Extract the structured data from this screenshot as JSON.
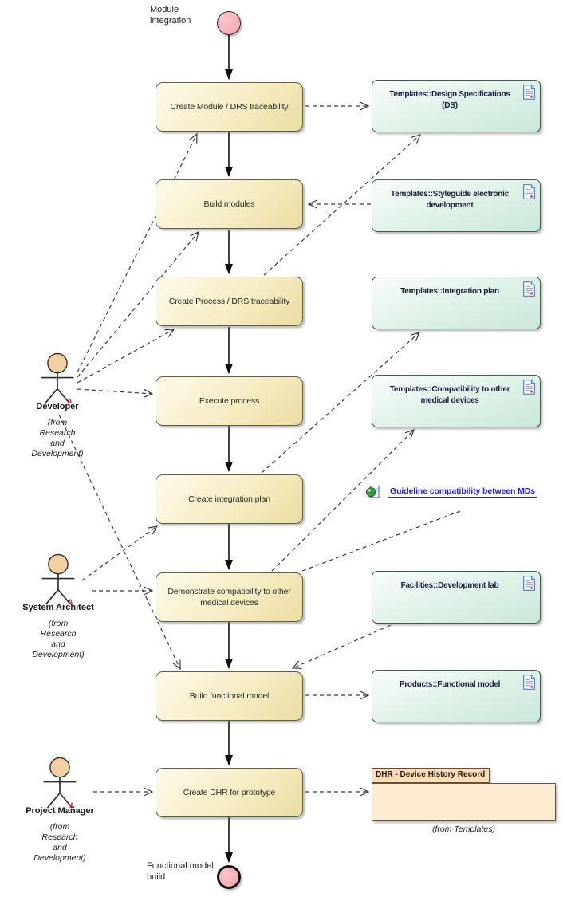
{
  "colors": {
    "activity_fill": "#F3E9BC",
    "activity_border": "#5f5f4a",
    "template_fill": "#D8EFE4",
    "template_border": "#4a5a52",
    "node_fill": "#F5AFB4",
    "actor_head": "#F2D0A2",
    "package_tab": "#FBDCB4",
    "package_body": "#FDEBD2",
    "link_color": "#2323CC",
    "edge_color": "#3A3A3A"
  },
  "start": {
    "label": "Module integration"
  },
  "end": {
    "label": "Functional model build"
  },
  "activities": [
    {
      "label": "Create Module / DRS traceability"
    },
    {
      "label": "Build modules"
    },
    {
      "label": "Create Process / DRS traceability"
    },
    {
      "label": "Execute process"
    },
    {
      "label": "Create integration plan"
    },
    {
      "label": "Demonstrate compatibility to other medical devices"
    },
    {
      "label": "Build functional model"
    },
    {
      "label": "Create DHR for prototype"
    }
  ],
  "templates": [
    {
      "label": "Templates::Design Specifications (DS)",
      "icon": "document-icon"
    },
    {
      "label": "Templates::Styleguide electronic development",
      "icon": "document-icon"
    },
    {
      "label": "Templates::Integration plan",
      "icon": "document-icon"
    },
    {
      "label": "Templates::Compatibility to other medical devices",
      "icon": "document-icon"
    },
    {
      "label": "Facilities::Development lab",
      "icon": "document-icon"
    },
    {
      "label": "Products::Functional model",
      "icon": "document-icon"
    }
  ],
  "hyperlink": {
    "label": "Guideline compatibility between MDs",
    "icon": "globe-document-icon"
  },
  "package": {
    "title": "DHR - Device History Record",
    "origin": "(from Templates)"
  },
  "actors": [
    {
      "name": "Developer",
      "badge": "A",
      "origin_lines": [
        "(from",
        "Research",
        "and",
        "Development)"
      ]
    },
    {
      "name": "System Architect",
      "badge": "A",
      "origin_lines": [
        "(from",
        "Research",
        "and",
        "Development)"
      ]
    },
    {
      "name": "Project Manager",
      "badge": "A",
      "origin_lines": [
        "(from",
        "Research",
        "and",
        "Development)"
      ]
    }
  ],
  "edges": [
    {
      "id": "flow-0",
      "name": "flow-start-to-create-module",
      "from": "Start",
      "to": "Create Module / DRS traceability",
      "style": "control-flow"
    },
    {
      "id": "flow-1",
      "name": "flow-create-module-to-build-modules",
      "from": "Create Module / DRS traceability",
      "to": "Build modules",
      "style": "control-flow"
    },
    {
      "id": "flow-2",
      "name": "flow-build-modules-to-create-process",
      "from": "Build modules",
      "to": "Create Process / DRS traceability",
      "style": "control-flow"
    },
    {
      "id": "flow-3",
      "name": "flow-create-process-to-execute-process",
      "from": "Create Process / DRS traceability",
      "to": "Execute process",
      "style": "control-flow"
    },
    {
      "id": "flow-4",
      "name": "flow-execute-process-to-create-integration-plan",
      "from": "Execute process",
      "to": "Create integration plan",
      "style": "control-flow"
    },
    {
      "id": "flow-5",
      "name": "flow-create-integration-plan-to-demonstrate-compatibility",
      "from": "Create integration plan",
      "to": "Demonstrate compatibility to other medical devices",
      "style": "control-flow"
    },
    {
      "id": "flow-6",
      "name": "flow-demonstrate-compatibility-to-build-functional-model",
      "from": "Demonstrate compatibility to other medical devices",
      "to": "Build functional model",
      "style": "control-flow"
    },
    {
      "id": "flow-7",
      "name": "flow-build-functional-model-to-create-dhr",
      "from": "Build functional model",
      "to": "Create DHR for prototype",
      "style": "control-flow"
    },
    {
      "id": "flow-8",
      "name": "flow-create-dhr-to-end",
      "from": "Create DHR for prototype",
      "to": "End",
      "style": "control-flow"
    },
    {
      "id": "dev-act1",
      "name": "edge-developer-to-create-module",
      "from": "Developer",
      "to": "Create Module / DRS traceability",
      "style": "dependency"
    },
    {
      "id": "dev-act2",
      "name": "edge-developer-to-build-modules",
      "from": "Developer",
      "to": "Build modules",
      "style": "dependency"
    },
    {
      "id": "dev-act3",
      "name": "edge-developer-to-create-process",
      "from": "Developer",
      "to": "Create Process / DRS traceability",
      "style": "dependency"
    },
    {
      "id": "dev-act4",
      "name": "edge-developer-to-execute-process",
      "from": "Developer",
      "to": "Execute process",
      "style": "dependency"
    },
    {
      "id": "dev-act7",
      "name": "edge-developer-to-build-functional-model",
      "from": "Developer",
      "to": "Build functional model",
      "style": "dependency"
    },
    {
      "id": "sa-act5",
      "name": "edge-system-architect-to-create-integration-plan",
      "from": "System Architect",
      "to": "Create integration plan",
      "style": "dependency"
    },
    {
      "id": "sa-act6",
      "name": "edge-system-architect-to-demonstrate-compatibility",
      "from": "System Architect",
      "to": "Demonstrate compatibility to other medical devices",
      "style": "dependency"
    },
    {
      "id": "pm-act8",
      "name": "edge-project-manager-to-create-dhr",
      "from": "Project Manager",
      "to": "Create DHR for prototype",
      "style": "dependency"
    },
    {
      "id": "act1-tpl1",
      "name": "edge-create-module-to-design-specifications",
      "from": "Create Module / DRS traceability",
      "to": "Templates::Design Specifications (DS)",
      "style": "dependency"
    },
    {
      "id": "act3-tpl1",
      "name": "edge-create-process-to-design-specifications",
      "from": "Create Process / DRS traceability",
      "to": "Templates::Design Specifications (DS)",
      "style": "dependency"
    },
    {
      "id": "tpl2-act2",
      "name": "edge-styleguide-to-build-modules",
      "from": "Templates::Styleguide electronic development",
      "to": "Build modules",
      "style": "dependency"
    },
    {
      "id": "act5-tpl3",
      "name": "edge-create-integration-plan-to-integration-plan-template",
      "from": "Create integration plan",
      "to": "Templates::Integration plan",
      "style": "dependency"
    },
    {
      "id": "act6-tpl4",
      "name": "edge-demonstrate-compatibility-to-compatibility-template",
      "from": "Demonstrate compatibility to other medical devices",
      "to": "Templates::Compatibility to other medical devices",
      "style": "dependency"
    },
    {
      "id": "act6-link",
      "name": "edge-demonstrate-compatibility-to-guideline-link",
      "from": "Demonstrate compatibility to other medical devices",
      "to": "Guideline compatibility between MDs",
      "style": "dependency-no-arrow"
    },
    {
      "id": "tpl5-act7",
      "name": "edge-development-lab-to-build-functional-model",
      "from": "Facilities::Development lab",
      "to": "Build functional model",
      "style": "dependency"
    },
    {
      "id": "act7-tpl6",
      "name": "edge-build-functional-model-to-functional-model-product",
      "from": "Build functional model",
      "to": "Products::Functional model",
      "style": "dependency"
    },
    {
      "id": "act8-dhr",
      "name": "edge-create-dhr-to-dhr-package",
      "from": "Create DHR for prototype",
      "to": "DHR - Device History Record",
      "style": "dependency"
    }
  ]
}
